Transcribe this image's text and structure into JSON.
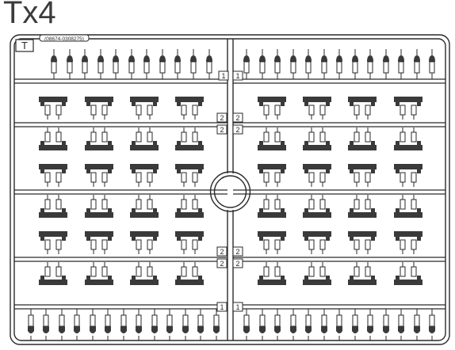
{
  "sprue": {
    "title": "Tx4",
    "frame_letter": "T",
    "part_number": "(08674-0308275)",
    "gate_labels": [
      "1",
      "1",
      "2",
      "2",
      "2",
      "2",
      "2",
      "2",
      "2",
      "2",
      "1",
      "1"
    ]
  },
  "colors": {
    "line": "#2a2a2a",
    "part_fill": "#3a3a3a",
    "label_fill": "#ffffff",
    "text": "#3c3c3c"
  },
  "icons": {
    "top_part": "single-track-link-with-pin",
    "grid_part": "double-track-link-pair",
    "bottom_part": "single-track-link-inverted"
  }
}
